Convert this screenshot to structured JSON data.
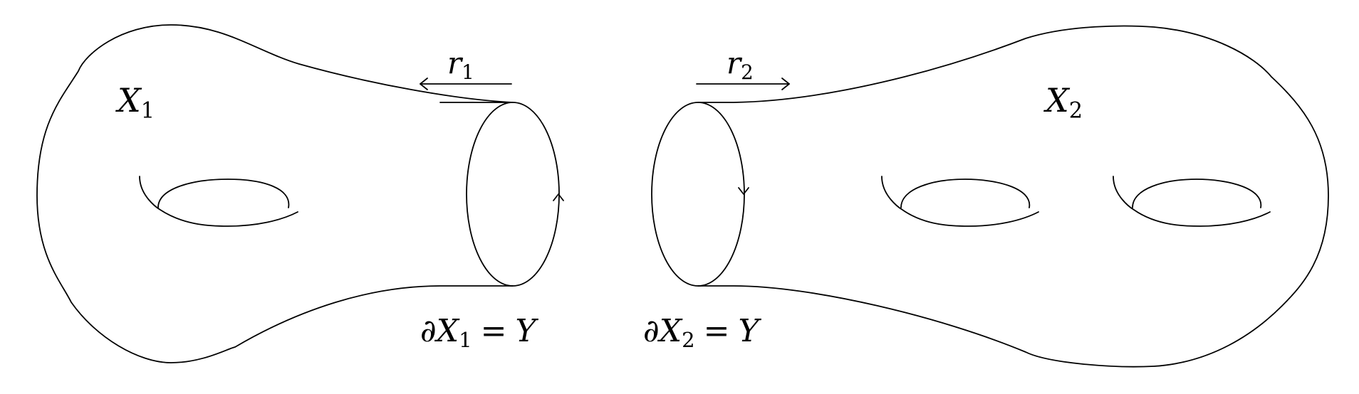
{
  "left_surface": {
    "name": "X",
    "index": "1",
    "radius_name": "r",
    "radius_index": "1"
  },
  "right_surface": {
    "name": "X",
    "index": "2",
    "radius_name": "r",
    "radius_index": "2"
  },
  "left_boundary": {
    "partial": "∂",
    "name": "X",
    "index": "1",
    "eq": "=",
    "rhs": "Y"
  },
  "right_boundary": {
    "partial": "∂",
    "name": "X",
    "index": "2",
    "eq": "=",
    "rhs": "Y"
  }
}
